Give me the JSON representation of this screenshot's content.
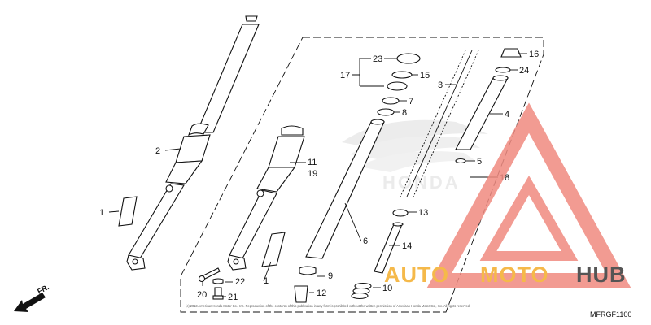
{
  "callouts": [
    {
      "id": "1a",
      "text": "1"
    },
    {
      "id": "2",
      "text": "2"
    },
    {
      "id": "11",
      "text": "11"
    },
    {
      "id": "19",
      "text": "19"
    },
    {
      "id": "1b",
      "text": "1"
    },
    {
      "id": "22",
      "text": "22"
    },
    {
      "id": "20",
      "text": "20"
    },
    {
      "id": "21",
      "text": "21"
    },
    {
      "id": "6",
      "text": "6"
    },
    {
      "id": "9",
      "text": "9"
    },
    {
      "id": "12",
      "text": "12"
    },
    {
      "id": "17",
      "text": "17"
    },
    {
      "id": "23",
      "text": "23"
    },
    {
      "id": "15",
      "text": "15"
    },
    {
      "id": "7",
      "text": "7"
    },
    {
      "id": "8",
      "text": "8"
    },
    {
      "id": "3",
      "text": "3"
    },
    {
      "id": "13",
      "text": "13"
    },
    {
      "id": "14",
      "text": "14"
    },
    {
      "id": "10",
      "text": "10"
    },
    {
      "id": "16",
      "text": "16"
    },
    {
      "id": "24",
      "text": "24"
    },
    {
      "id": "4",
      "text": "4"
    },
    {
      "id": "5",
      "text": "5"
    },
    {
      "id": "18",
      "text": "18"
    }
  ],
  "direction_label": "FR.",
  "diagram_code": "MFRGF1100",
  "copyright": "(c) 2013 American Honda Motor Co., Inc. Reproduction of the contents of this publication in any form is prohibited without the written permission of American Honda Motor Co., Inc. All rights reserved.",
  "watermark": {
    "part1": "AUTO",
    "part2": "MOTO",
    "part3": "HUB",
    "color_primary": "#f5b94a",
    "color_secondary": "#555555",
    "logo_color": "#f08a80"
  }
}
